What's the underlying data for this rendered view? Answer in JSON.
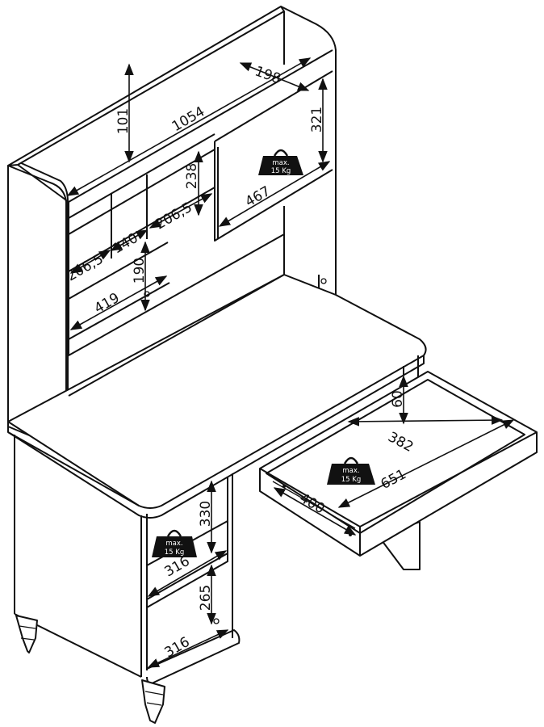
{
  "dimensions": {
    "top_depth": "101",
    "top_width": "1054",
    "top_shelf_depth": "198",
    "top_shelf_height": "321",
    "cubby_height": "238",
    "right_shelf_width": "467",
    "middle_cubby_width": "206,5",
    "center_cubby_width": "140",
    "left_cubby_width": "206,5",
    "lower_shelf_height": "190",
    "lower_shelf_width": "419",
    "drawer_height": "60",
    "drawer_depth": "382",
    "drawer_width": "651",
    "drawer_slide": "400",
    "cabinet_upper_height": "330",
    "cabinet_upper_width": "316",
    "cabinet_lower_height": "265",
    "cabinet_lower_width": "316"
  },
  "weight_badge": {
    "line1": "max.",
    "line2": "15 Kg"
  }
}
